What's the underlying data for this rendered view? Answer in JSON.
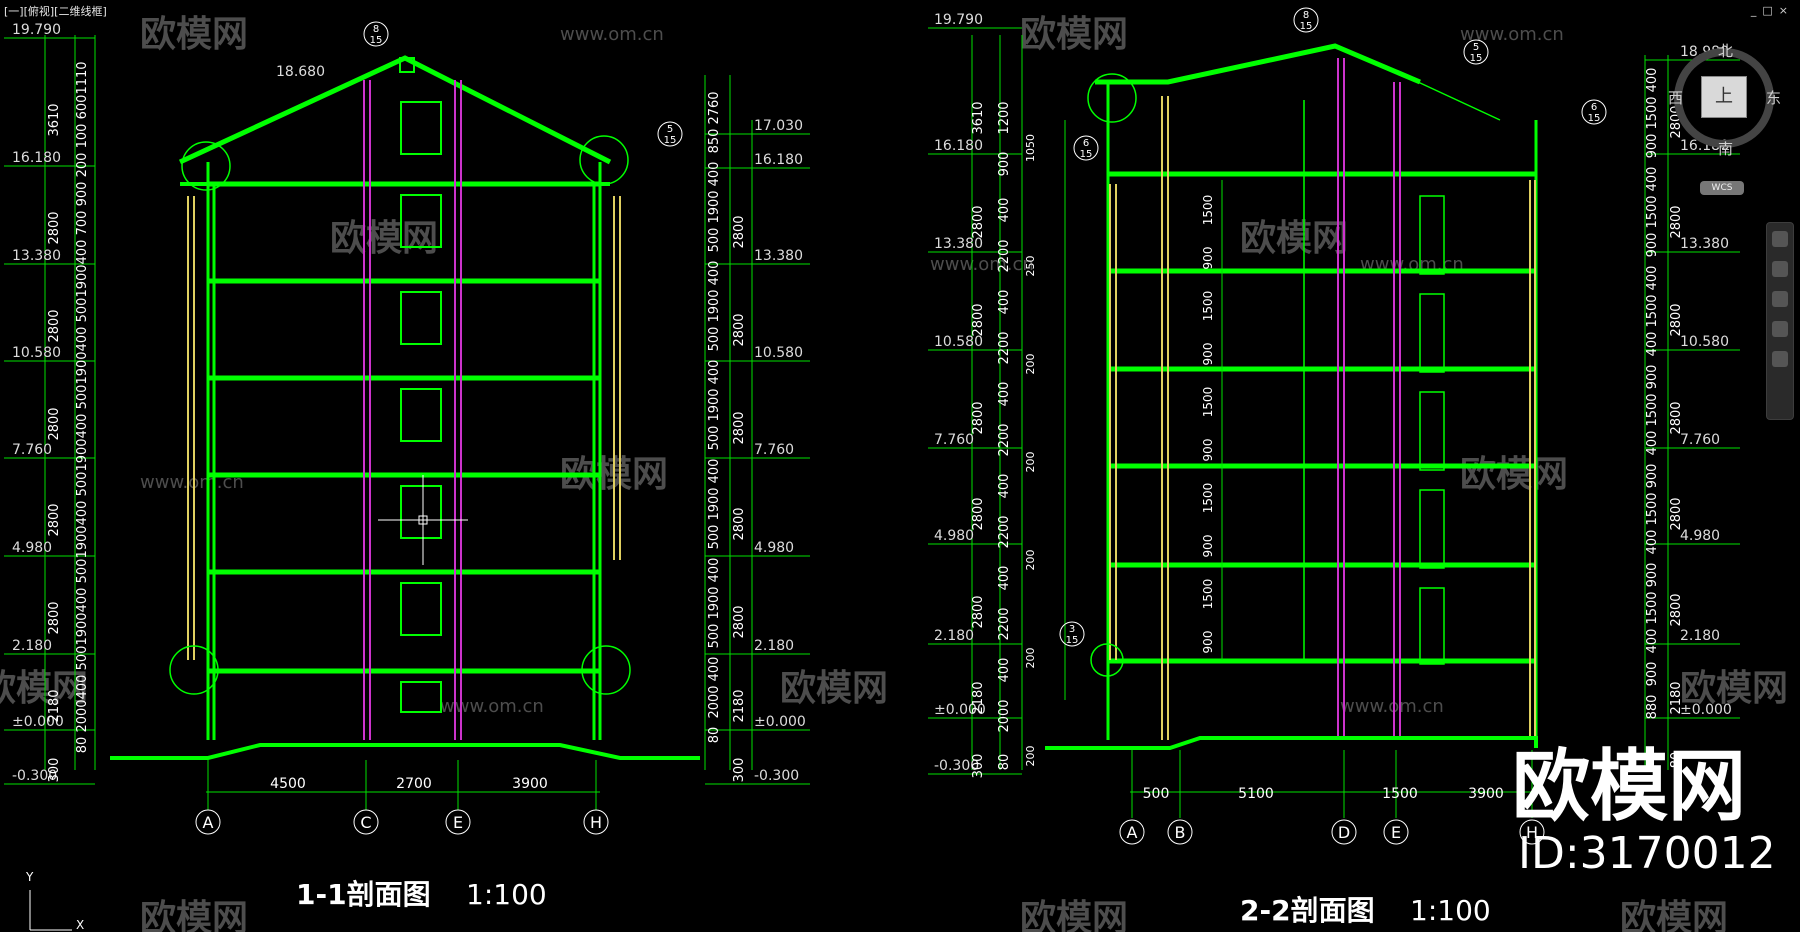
{
  "viewport_label": "[一][俯视][二维线框]",
  "window_controls": [
    "_",
    "□",
    "×"
  ],
  "watermark": {
    "brand": "欧模网",
    "url": "www.om.cn",
    "big_text": "欧模网",
    "id_text": "ID:3170012"
  },
  "viewcube": {
    "north": "北",
    "south": "南",
    "west": "西",
    "east": "东",
    "face": "上",
    "wcs": "WCS"
  },
  "ucs": {
    "y": "Y",
    "x": "X"
  },
  "colors": {
    "structure": "#00ff00",
    "dims": "#00e000",
    "text": "#ffffff",
    "pipe": "#cc33cc",
    "window": "#e0d060",
    "watermark": "#5a5a5a"
  },
  "section_1": {
    "title": "1-1剖面图",
    "scale": "1:100",
    "levels_left": [
      "19.790",
      "16.180",
      "13.380",
      "10.580",
      "7.760",
      "4.980",
      "2.180",
      "±0.000",
      "-0.300"
    ],
    "levels_right": [
      "17.030",
      "16.180",
      "13.380",
      "10.580",
      "7.760",
      "4.980",
      "2.180",
      "±0.000",
      "-0.300"
    ],
    "roof_level": "18.680",
    "bottom_spans": [
      "4500",
      "2700",
      "3900"
    ],
    "axes": [
      "A",
      "C",
      "E",
      "H"
    ],
    "detail_callouts": [
      {
        "num": "8",
        "sheet": "15"
      },
      {
        "num": "5",
        "sheet": "15"
      }
    ]
  },
  "section_2": {
    "title": "2-2剖面图",
    "scale": "1:100",
    "levels_left": [
      "19.790",
      "16.180",
      "13.380",
      "10.580",
      "7.760",
      "4.980",
      "2.180",
      "±0.000",
      "-0.300"
    ],
    "levels_right": [
      "18.980",
      "16.180",
      "13.380",
      "10.580",
      "7.760",
      "4.980",
      "2.180",
      "±0.000"
    ],
    "bottom_spans": [
      "500",
      "5100",
      "1500",
      "3900"
    ],
    "axes": [
      "A",
      "B",
      "D",
      "E",
      "H"
    ],
    "detail_callouts": [
      {
        "num": "8",
        "sheet": "15"
      },
      {
        "num": "5",
        "sheet": "15"
      },
      {
        "num": "6",
        "sheet": "15"
      },
      {
        "num": "6",
        "sheet": "15"
      },
      {
        "num": "3",
        "sheet": "15"
      }
    ]
  },
  "dim_labels": {
    "s1_left_outer": [
      "3610",
      "2800",
      "2800",
      "2800",
      "2800",
      "2800",
      "2180",
      "300"
    ],
    "s1_left_inner": [
      "1110",
      "600",
      "100",
      "200",
      "900",
      "700",
      "400",
      "1900",
      "500",
      "400",
      "1900",
      "500",
      "400",
      "1900",
      "500",
      "400",
      "1900",
      "500",
      "400",
      "1900",
      "500",
      "400",
      "2000",
      "80"
    ],
    "s1_right_inner": [
      "2760",
      "850",
      "400",
      "1900",
      "500",
      "400",
      "1900",
      "500",
      "400",
      "1900",
      "500",
      "400",
      "1900",
      "500",
      "400",
      "1900",
      "500",
      "400",
      "2000",
      "80"
    ],
    "s1_right_outer": [
      "2800",
      "2800",
      "2800",
      "2800",
      "2800",
      "2180",
      "300"
    ],
    "s2_left_outer": [
      "3610",
      "2800",
      "2800",
      "2800",
      "2800",
      "2800",
      "2180",
      "300"
    ],
    "s2_left_inner": [
      "1200",
      "900",
      "400",
      "2200",
      "400",
      "2200",
      "400",
      "2200",
      "400",
      "2200",
      "400",
      "2200",
      "400",
      "2000",
      "80"
    ],
    "s2_left_small": [
      "1050",
      "250",
      "200",
      "200",
      "200",
      "200",
      "200"
    ],
    "s2_mid": [
      "1500",
      "900",
      "1500",
      "900",
      "1500",
      "900",
      "1500",
      "900",
      "1500",
      "900"
    ],
    "s2_right_inner": [
      "400",
      "1500",
      "900",
      "400",
      "1500",
      "900",
      "400",
      "1500",
      "400",
      "900",
      "1500",
      "400",
      "900",
      "1500",
      "400",
      "900",
      "1500",
      "400",
      "900",
      "880"
    ],
    "s2_right_outer": [
      "2800",
      "2800",
      "2800",
      "2800",
      "2800",
      "2800",
      "2180",
      "80"
    ]
  }
}
